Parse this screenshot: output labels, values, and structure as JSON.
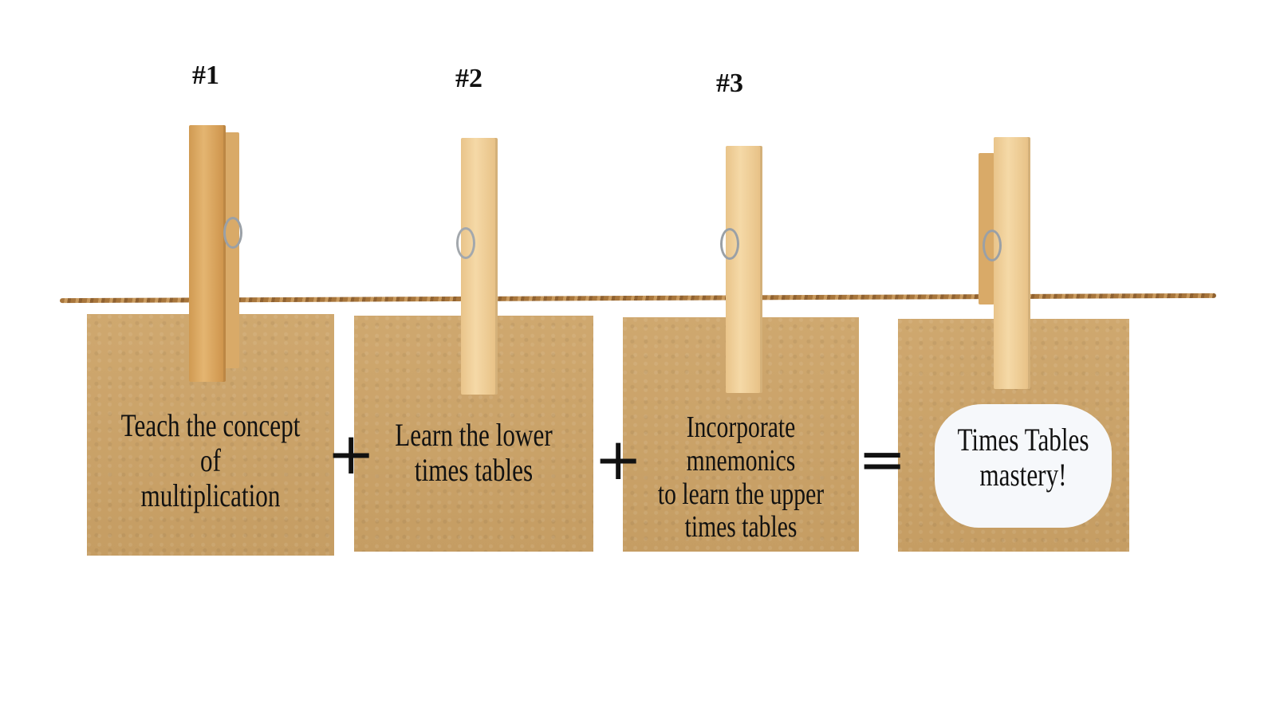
{
  "steps": [
    {
      "number": "#1",
      "text": "Teach the concept of\nmultiplication"
    },
    {
      "number": "#2",
      "text": "Learn the lower\ntimes tables"
    },
    {
      "number": "#3",
      "text": "Incorporate mnemonics\nto learn the upper\ntimes tables"
    }
  ],
  "operators": [
    "+",
    "+",
    "="
  ],
  "result": {
    "text": "Times Tables\nmastery!"
  },
  "colors": {
    "card": "#c9a26a",
    "rope": "#a8763c",
    "pin": "#f0d29e",
    "text": "#111111"
  }
}
